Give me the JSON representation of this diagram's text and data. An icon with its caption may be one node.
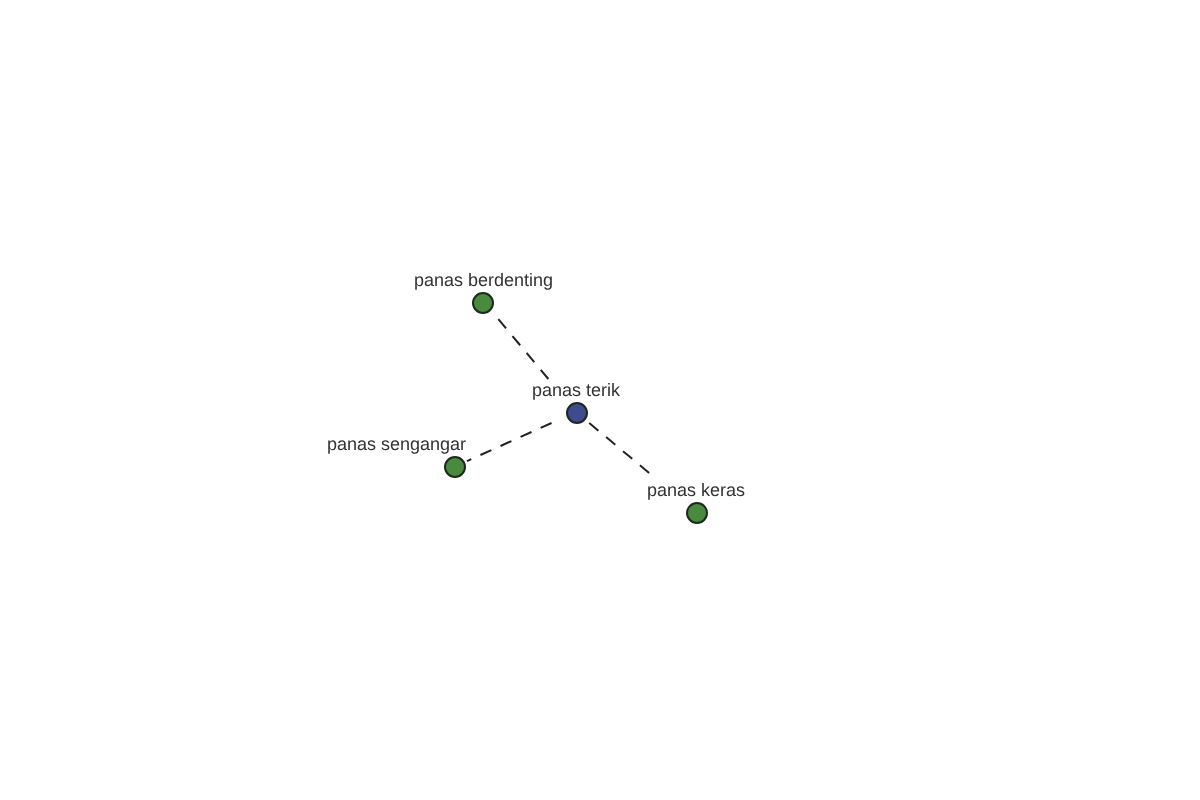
{
  "diagram": {
    "nodes": [
      {
        "text": [
          "panas berdenting"
        ]
      },
      {
        "text": [
          "panas terik"
        ]
      },
      {
        "text": [
          "panas sengangar"
        ]
      },
      {
        "text": [
          "panas keras"
        ]
      }
    ],
    "edges": [
      {
        "from": 1,
        "to": 0,
        "arrow": "none",
        "style": "dashed"
      },
      {
        "from": 1,
        "to": 2,
        "arrow": "none",
        "style": "dashed"
      },
      {
        "from": 1,
        "to": 3,
        "arrow": "none",
        "style": "dashed"
      }
    ]
  }
}
